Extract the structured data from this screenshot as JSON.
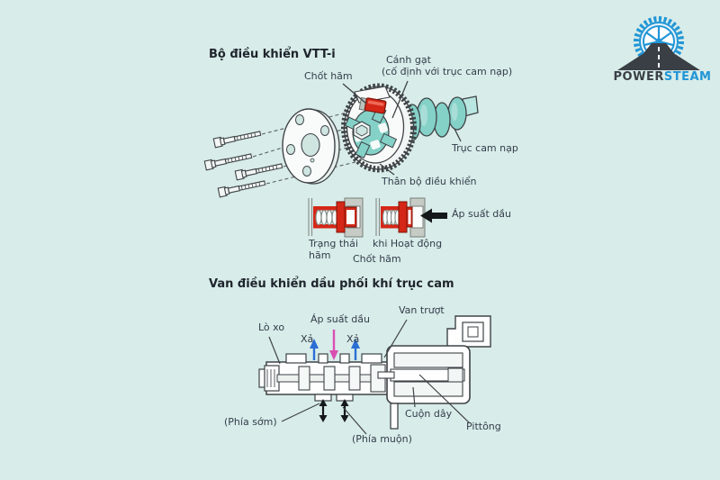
{
  "colors": {
    "background": "#d8ece9",
    "teal_part": "#84d1c8",
    "teal_light": "#b9e6e1",
    "outline": "#3f4347",
    "lock_pin_red": "#d42717",
    "oil_pressure_pink": "#d84fb2",
    "drain_blue": "#2b6fd4",
    "arrow_black": "#15181b",
    "label_text": "#333d4b",
    "heading_text": "#1e242c",
    "logo_blue": "#2196d6",
    "logo_dark": "#3a3f46"
  },
  "logo": {
    "power": "POWER",
    "steam": "STEAM",
    "icon": "wheel-road-icon"
  },
  "vvti": {
    "title": "Bộ điều khiển VTT-i",
    "labels": {
      "lock_pin_top": "Chốt hãm",
      "vane_line1": "Cánh gạt",
      "vane_line2": "(cố định với trục cam nạp)",
      "intake_camshaft": "Trục cam nạp",
      "controller_body": "Thân bộ điều khiển"
    },
    "inset": {
      "oil_pressure": "Áp suất dầu",
      "locked_line1": "Trạng thái",
      "locked_line2": "hãm",
      "operating": "khi Hoạt động",
      "lock_pin": "Chốt hãm"
    }
  },
  "ocv": {
    "title": "Van điều khiển dầu phối khí trục cam",
    "labels": {
      "spring": "Lò xo",
      "oil_pressure": "Áp suất dầu",
      "drain_left": "Xả",
      "drain_right": "Xả",
      "spool_valve": "Van trượt",
      "advance_side": "(Phía sớm)",
      "retard_side": "(Phía muộn)",
      "coil": "Cuộn dây",
      "piston": "Pittông"
    }
  }
}
